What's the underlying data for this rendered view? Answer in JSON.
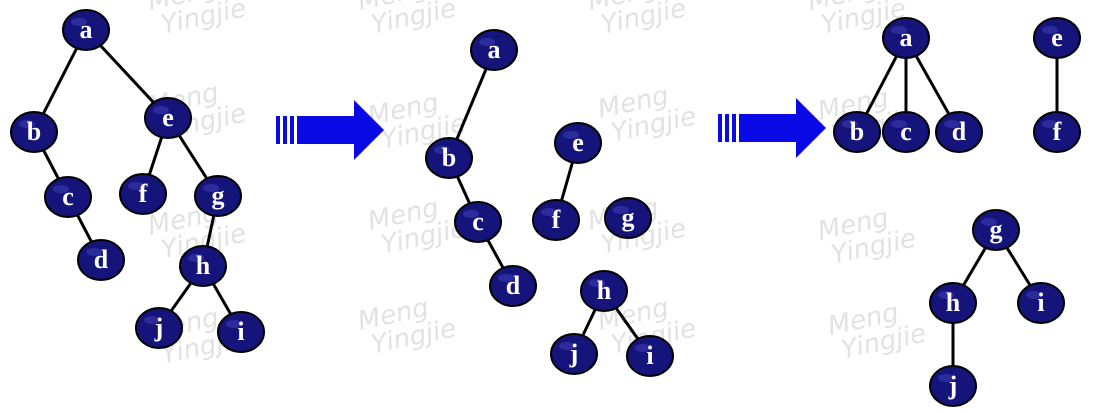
{
  "colors": {
    "node_fill": "#14147a",
    "node_text": "#ffffff",
    "edge": "#000000",
    "arrow": "#0a0ae6",
    "watermark": "#d9d9d9"
  },
  "watermark": {
    "line1": "Meng",
    "line2": "Yingjie"
  },
  "stages": [
    {
      "id": "stage1",
      "trees": [
        {
          "nodes": [
            "a",
            "b",
            "e",
            "c",
            "f",
            "g",
            "d",
            "h",
            "j",
            "i"
          ],
          "edges": [
            [
              "a",
              "b"
            ],
            [
              "a",
              "e"
            ],
            [
              "b",
              "c"
            ],
            [
              "c",
              "d"
            ],
            [
              "e",
              "f"
            ],
            [
              "e",
              "g"
            ],
            [
              "g",
              "h"
            ],
            [
              "h",
              "j"
            ],
            [
              "h",
              "i"
            ]
          ]
        }
      ]
    },
    {
      "id": "stage2",
      "trees": [
        {
          "nodes": [
            "a",
            "b",
            "c",
            "d"
          ],
          "edges": [
            [
              "a",
              "b"
            ],
            [
              "b",
              "c"
            ],
            [
              "c",
              "d"
            ]
          ]
        },
        {
          "nodes": [
            "e",
            "f"
          ],
          "edges": [
            [
              "e",
              "f"
            ]
          ]
        },
        {
          "nodes": [
            "g",
            "h",
            "j",
            "i"
          ],
          "edges": [
            [
              "h",
              "j"
            ],
            [
              "h",
              "i"
            ]
          ]
        }
      ]
    },
    {
      "id": "stage3",
      "trees": [
        {
          "nodes": [
            "a",
            "b",
            "c",
            "d"
          ],
          "edges": [
            [
              "a",
              "b"
            ],
            [
              "a",
              "c"
            ],
            [
              "a",
              "d"
            ]
          ]
        },
        {
          "nodes": [
            "e",
            "f"
          ],
          "edges": [
            [
              "e",
              "f"
            ]
          ]
        },
        {
          "nodes": [
            "g",
            "h",
            "i",
            "j"
          ],
          "edges": [
            [
              "g",
              "h"
            ],
            [
              "g",
              "i"
            ],
            [
              "h",
              "j"
            ]
          ]
        }
      ]
    }
  ],
  "arrows": [
    {
      "name": "transform-arrow-1",
      "icon": "right-arrow-icon"
    },
    {
      "name": "transform-arrow-2",
      "icon": "right-arrow-icon"
    }
  ]
}
